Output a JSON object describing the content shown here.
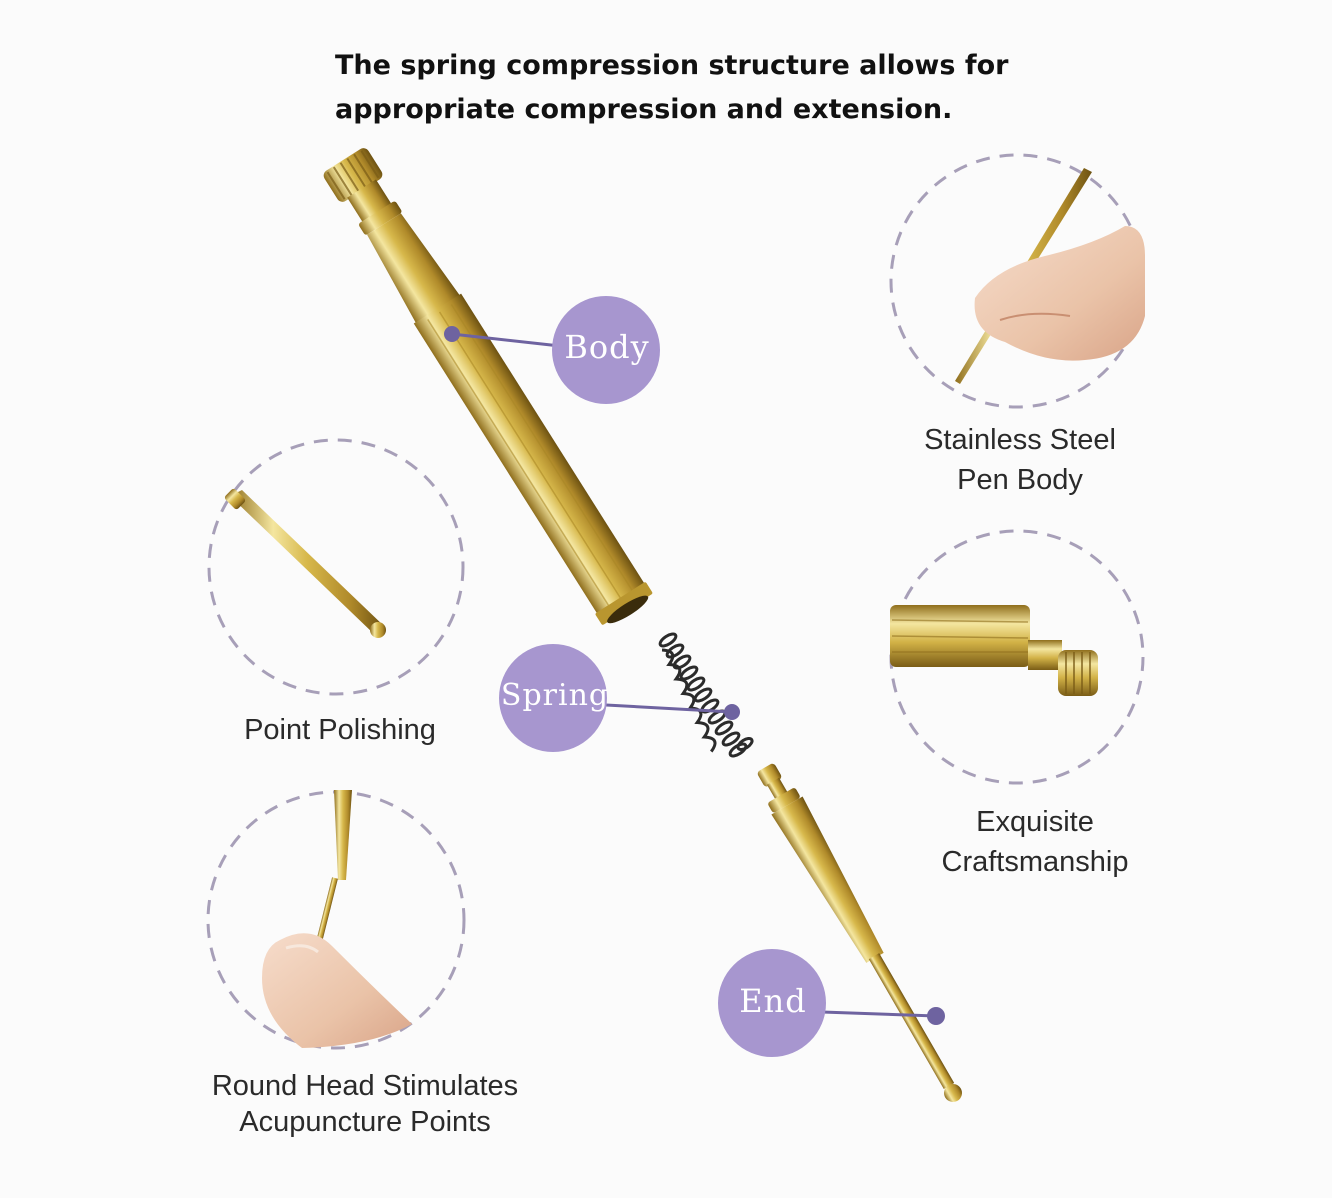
{
  "headline": {
    "line1": "The spring compression structure allows for",
    "line2": "appropriate compression and extension."
  },
  "labels": {
    "body": "Body",
    "spring": "Spring",
    "end": "End"
  },
  "captions": {
    "stainless_line1": "Stainless Steel",
    "stainless_line2": "Pen Body",
    "point_polishing": "Point Polishing",
    "craft_line1": "Exquisite",
    "craft_line2": "Craftsmanship",
    "round_line1": "Round Head Stimulates",
    "round_line2": "Acupuncture Points"
  },
  "colors": {
    "background": "#fbfbfb",
    "label_bubble": "#a796cf",
    "leader_line": "#6e63a0",
    "gold_light": "#f4e6a0",
    "gold_mid": "#d7b84b",
    "gold_dark": "#8f6e1c",
    "dashed_circle": "#a79fb8"
  },
  "icons": {
    "detail_tip": "pen-tip-detail-icon",
    "detail_hand": "hand-holding-pen-icon",
    "detail_cap": "knurled-cap-detail-icon",
    "detail_finger": "finger-pressing-tip-icon"
  }
}
